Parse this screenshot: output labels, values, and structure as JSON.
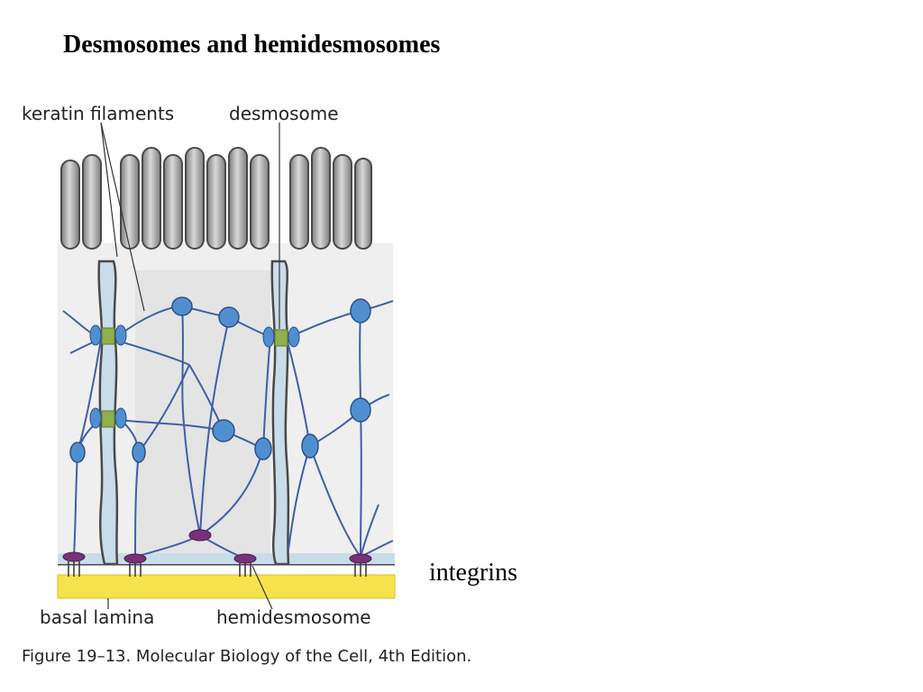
{
  "slide": {
    "title": "Desmosomes and hemidesmosomes",
    "side_label": "integrins"
  },
  "figure": {
    "labels": {
      "keratin_filaments": "keratin filaments",
      "desmosome": "desmosome",
      "basal_lamina": "basal lamina",
      "hemidesmosome": "hemidesmosome"
    },
    "caption": "Figure 19–13. Molecular Biology of the Cell, 4th Edition."
  },
  "colors": {
    "filament": "#3f5fa8",
    "cell_fill": "#c9dcea",
    "membrane": "#4a4a4a",
    "microvilli": "#a3a3a3",
    "node": "#4f8fd0",
    "basal_lamina": "#f6e24a",
    "hemidesmosome_plaque": "#7a2f7a",
    "desmosome_core": "#8fb04a"
  }
}
